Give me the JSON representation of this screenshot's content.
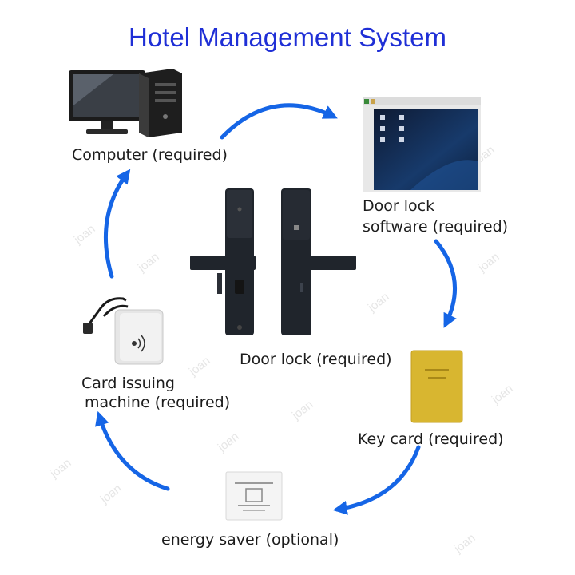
{
  "title": "Hotel Management System",
  "watermark": "joan",
  "nodes": {
    "computer": {
      "label": "Computer (required)",
      "icon": "desktop-computer-icon"
    },
    "software": {
      "label_line1": "Door lock",
      "label_line2": "software (required)",
      "icon": "software-screen-icon"
    },
    "key_card": {
      "label": "Key card (required)",
      "icon": "key-card-icon"
    },
    "energy_saver": {
      "label": "energy saver (optional)",
      "icon": "energy-saver-switch-icon"
    },
    "card_issuer": {
      "label_line1": "Card issuing",
      "label_line2": "machine (required)",
      "icon": "card-encoder-icon"
    },
    "door_lock": {
      "label": "Door lock (required)",
      "icon": "door-lock-icon"
    }
  },
  "colors": {
    "title": "#1f2fd6",
    "arrow": "#1565e6",
    "card": "#d8b630",
    "lock": "#20252c"
  }
}
